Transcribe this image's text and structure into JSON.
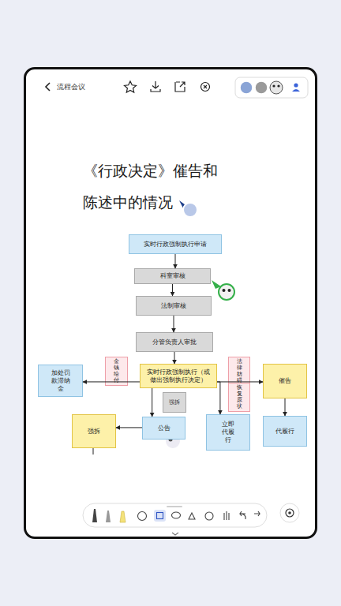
{
  "diagram": {
    "title": "《行政决定》催告和 陈述中的情况",
    "nodes": [
      {
        "text": [
          "实时行政强制执行申请"
        ]
      },
      {
        "text": [
          "科室审核"
        ]
      },
      {
        "text": [
          "法制审核"
        ]
      },
      {
        "text": [
          "分管负责人审批"
        ]
      },
      {
        "text": [
          "实时行政强制执行（或做出强制执行决定）"
        ]
      },
      {
        "text": [
          "加处罚款滞纳金"
        ]
      },
      {
        "text": [
          "金钱给付"
        ]
      },
      {
        "text": [
          "强拆"
        ]
      },
      {
        "text": [
          "法律妨碍"
        ]
      },
      {
        "text": [
          "恢复原状"
        ]
      },
      {
        "text": [
          "催告"
        ]
      },
      {
        "text": [
          "强拆"
        ]
      },
      {
        "text": [
          "公告"
        ]
      },
      {
        "text": [
          "立即代履行"
        ]
      },
      {
        "text": [
          "代履行"
        ]
      }
    ],
    "edges": [
      {
        "from": 0,
        "to": 1,
        "arrow": "to"
      },
      {
        "from": 1,
        "to": 2,
        "arrow": "to"
      },
      {
        "from": 2,
        "to": 3,
        "arrow": "to"
      },
      {
        "from": 3,
        "to": 4,
        "arrow": "to"
      },
      {
        "from": 4,
        "to": 5,
        "arrow": "to"
      },
      {
        "from": 4,
        "to": 12,
        "arrow": "to"
      },
      {
        "from": 4,
        "to": 13,
        "arrow": "to"
      },
      {
        "from": 4,
        "to": 10,
        "arrow": "to"
      },
      {
        "from": 10,
        "to": 14,
        "arrow": "to"
      },
      {
        "from": 12,
        "to": 11,
        "arrow": "to"
      }
    ],
    "labels": [
      "流程会议"
    ]
  }
}
